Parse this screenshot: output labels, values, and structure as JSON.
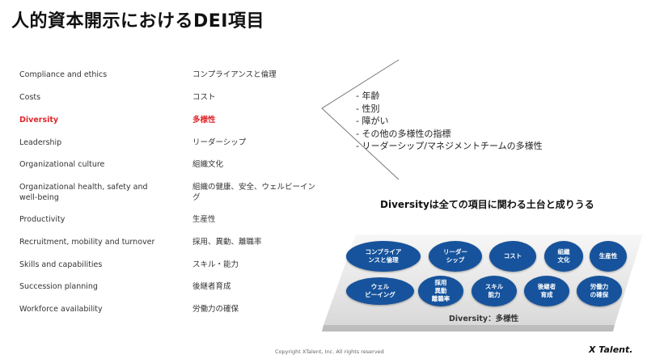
{
  "title": "人的資本開示におけるDEI項目",
  "items": [
    {
      "en": "Compliance and ethics",
      "jp": "コンプライアンスと倫理"
    },
    {
      "en": "Costs",
      "jp": "コスト"
    },
    {
      "en": "Diversity",
      "jp": "多様性"
    },
    {
      "en": "Leadership",
      "jp": "リーダーシップ"
    },
    {
      "en": "Organizational culture",
      "jp": "組織文化"
    },
    {
      "en": "Organizational health, safety and well-being",
      "jp": "組織の健康、安全、ウェルビーイング"
    },
    {
      "en": "Productivity",
      "jp": "生産性"
    },
    {
      "en": "Recruitment, mobility and turnover",
      "jp": "採用、異動、離職率"
    },
    {
      "en": "Skills and capabilities",
      "jp": "スキル・能力"
    },
    {
      "en": "Succession planning",
      "jp": "後継者育成"
    },
    {
      "en": "Workforce availability",
      "jp": "労働力の確保"
    }
  ],
  "highlight_color": "#e0262b",
  "diversity_subitems": [
    "- 年齢",
    "- 性別",
    "- 障がい",
    "- その他の多様性の指標",
    "- リーダーシップ/マネジメントチームの多様性"
  ],
  "headline": "Diversityは全ての項目に関わる土台と成りうる",
  "platform": {
    "top_row": [
      "コンプライア\nンスと倫理",
      "リーダー\nシップ",
      "コスト",
      "組織\n文化",
      "生産性"
    ],
    "bottom_row": [
      "ウェル\nビーイング",
      "採用\n異動\n離職率",
      "スキル\n能力",
      "後継者\n育成",
      "労働力\nの確保"
    ],
    "base_label": "Diversity：多様性",
    "pill_color": "#16539c"
  },
  "footer": {
    "copyright": "Copyright XTalent, Inc. All rights reserved",
    "logo": "X Talent."
  }
}
